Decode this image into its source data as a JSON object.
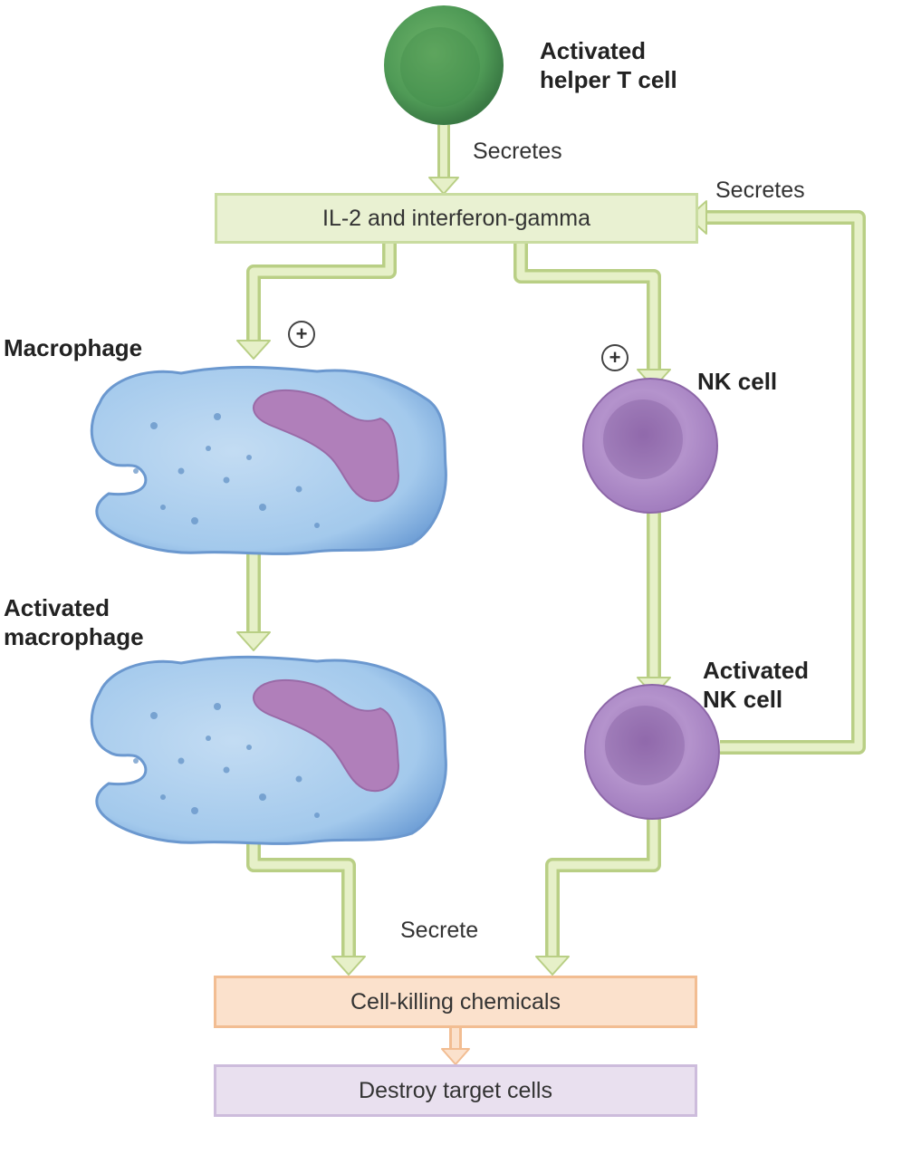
{
  "helper_t_label_line1": "Activated",
  "helper_t_label_line2": "helper T cell",
  "secretes_top": "Secretes",
  "secretes_right": "Secretes",
  "cytokines": "IL-2 and interferon-gamma",
  "macrophage": "Macrophage",
  "activated_macrophage_line1": "Activated",
  "activated_macrophage_line2": "macrophage",
  "nk_cell": "NK cell",
  "activated_nk_line1": "Activated",
  "activated_nk_line2": "NK cell",
  "secrete": "Secrete",
  "chemicals": "Cell-killing chemicals",
  "destroy": "Destroy target cells",
  "stimulation_symbol": "+",
  "colors": {
    "arrow_fill": "#e6f0c8",
    "arrow_stroke": "#b9cf85",
    "helper_t": "#4f9a56",
    "macrophage": "#9cc6ec",
    "macrophage_nucleus": "#b07fba",
    "nk_cell": "#a97fc0",
    "chem_box": "#fbe1cc",
    "destroy_box": "#e9e0ef"
  }
}
